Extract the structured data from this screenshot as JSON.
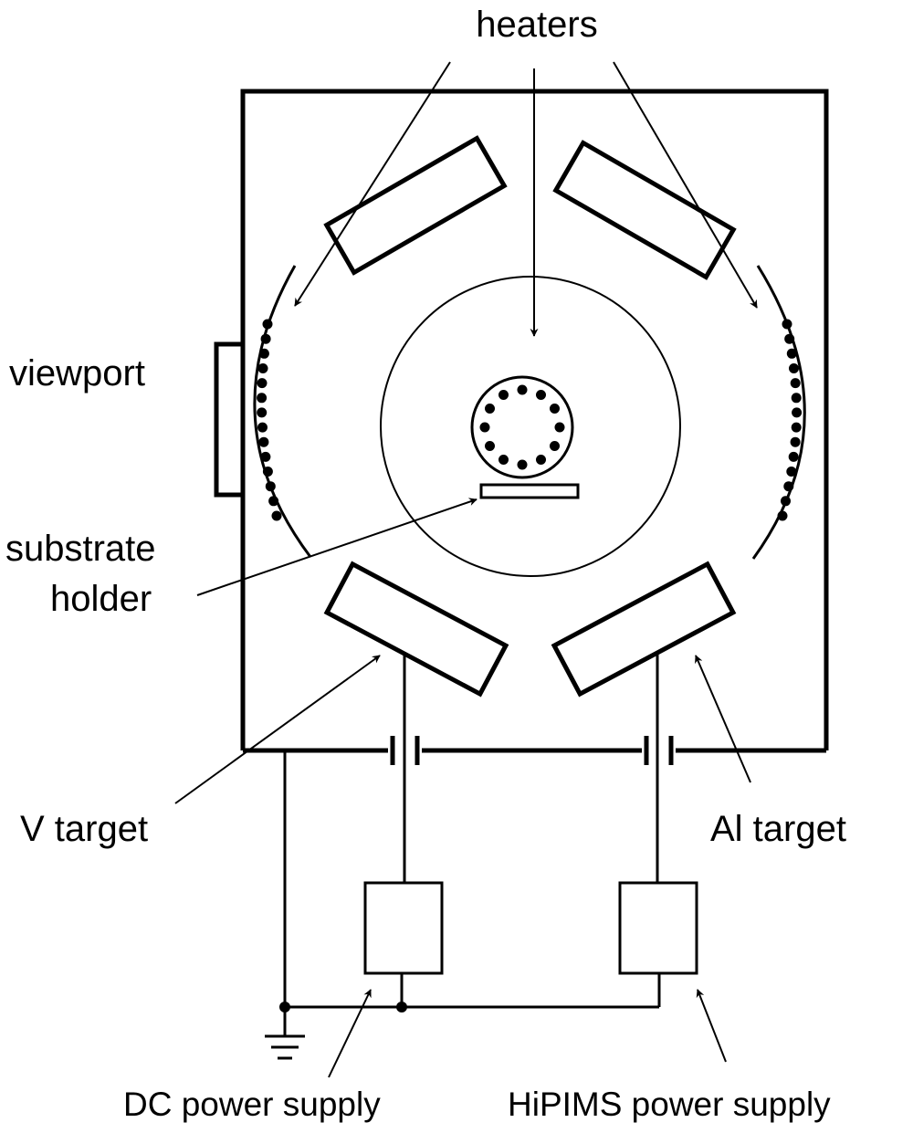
{
  "labels": {
    "heaters": "heaters",
    "viewport": "viewport",
    "substrate_line1": "substrate",
    "substrate_line2": "holder",
    "v_target": "V target",
    "al_target": "Al target",
    "dc_supply": "DC power supply",
    "hipims_supply": "HiPIMS power supply"
  }
}
